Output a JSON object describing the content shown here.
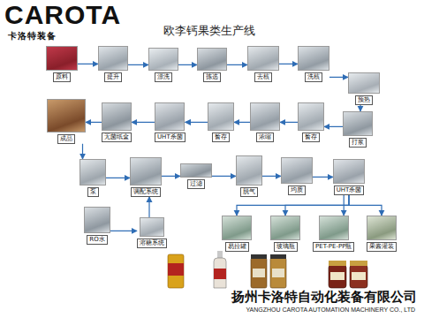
{
  "diagram": {
    "title": "欧李钙果类生产线",
    "nodes": [
      {
        "text": [
          "原料"
        ]
      },
      {
        "text": [
          "提升"
        ]
      },
      {
        "text": [
          "漂洗"
        ]
      },
      {
        "text": [
          "拣选"
        ]
      },
      {
        "text": [
          "去核"
        ]
      },
      {
        "text": [
          "洗核"
        ]
      },
      {
        "text": [
          "预热"
        ]
      },
      {
        "text": [
          "打浆"
        ]
      },
      {
        "text": [
          "暂存"
        ]
      },
      {
        "text": [
          "浓缩"
        ]
      },
      {
        "text": [
          "暂存"
        ]
      },
      {
        "text": [
          "UHT杀菌"
        ]
      },
      {
        "text": [
          "无菌纸盒"
        ]
      },
      {
        "text": [
          "成品"
        ]
      },
      {
        "text": [
          "泵"
        ]
      },
      {
        "text": [
          "调配系统"
        ]
      },
      {
        "text": [
          "过滤"
        ]
      },
      {
        "text": [
          "脱气"
        ]
      },
      {
        "text": [
          "均质"
        ]
      },
      {
        "text": [
          "UHT杀菌"
        ]
      },
      {
        "text": [
          "易拉罐"
        ]
      },
      {
        "text": [
          "玻璃瓶"
        ]
      },
      {
        "text": [
          "PET-PE-PP瓶"
        ]
      },
      {
        "text": [
          "果酱灌装"
        ]
      },
      {
        "text": [
          "RO水"
        ]
      },
      {
        "text": [
          "溶糖系统"
        ]
      }
    ],
    "edges": [
      {
        "from": 0,
        "to": 1,
        "arrow": "to"
      },
      {
        "from": 1,
        "to": 2,
        "arrow": "to"
      },
      {
        "from": 2,
        "to": 3,
        "arrow": "to"
      },
      {
        "from": 3,
        "to": 4,
        "arrow": "to"
      },
      {
        "from": 4,
        "to": 5,
        "arrow": "to"
      },
      {
        "from": 5,
        "to": 6,
        "arrow": "to"
      },
      {
        "from": 6,
        "to": 7,
        "arrow": "to"
      },
      {
        "from": 7,
        "to": 8,
        "arrow": "to"
      },
      {
        "from": 8,
        "to": 9,
        "arrow": "to"
      },
      {
        "from": 9,
        "to": 10,
        "arrow": "to"
      },
      {
        "from": 10,
        "to": 11,
        "arrow": "to"
      },
      {
        "from": 11,
        "to": 12,
        "arrow": "to"
      },
      {
        "from": 12,
        "to": 13,
        "arrow": "to"
      },
      {
        "from": 13,
        "to": 14,
        "arrow": "to"
      },
      {
        "from": 14,
        "to": 15,
        "arrow": "to"
      },
      {
        "from": 15,
        "to": 16,
        "arrow": "to"
      },
      {
        "from": 16,
        "to": 17,
        "arrow": "to"
      },
      {
        "from": 17,
        "to": 18,
        "arrow": "to"
      },
      {
        "from": 18,
        "to": 19,
        "arrow": "to"
      },
      {
        "from": 19,
        "to": 20,
        "arrow": "to"
      },
      {
        "from": 19,
        "to": 21,
        "arrow": "to"
      },
      {
        "from": 19,
        "to": 22,
        "arrow": "to"
      },
      {
        "from": 19,
        "to": 23,
        "arrow": "to"
      },
      {
        "from": 24,
        "to": 25,
        "arrow": "to"
      },
      {
        "from": 25,
        "to": 15,
        "arrow": "to"
      }
    ],
    "labels": [
      "CAROTA",
      "卡洛特装备",
      "扬州卡洛特自动化装备有限公司",
      "YANGZHOU CAROTA AUTOMATION MACHINERY CO., LTD"
    ]
  }
}
